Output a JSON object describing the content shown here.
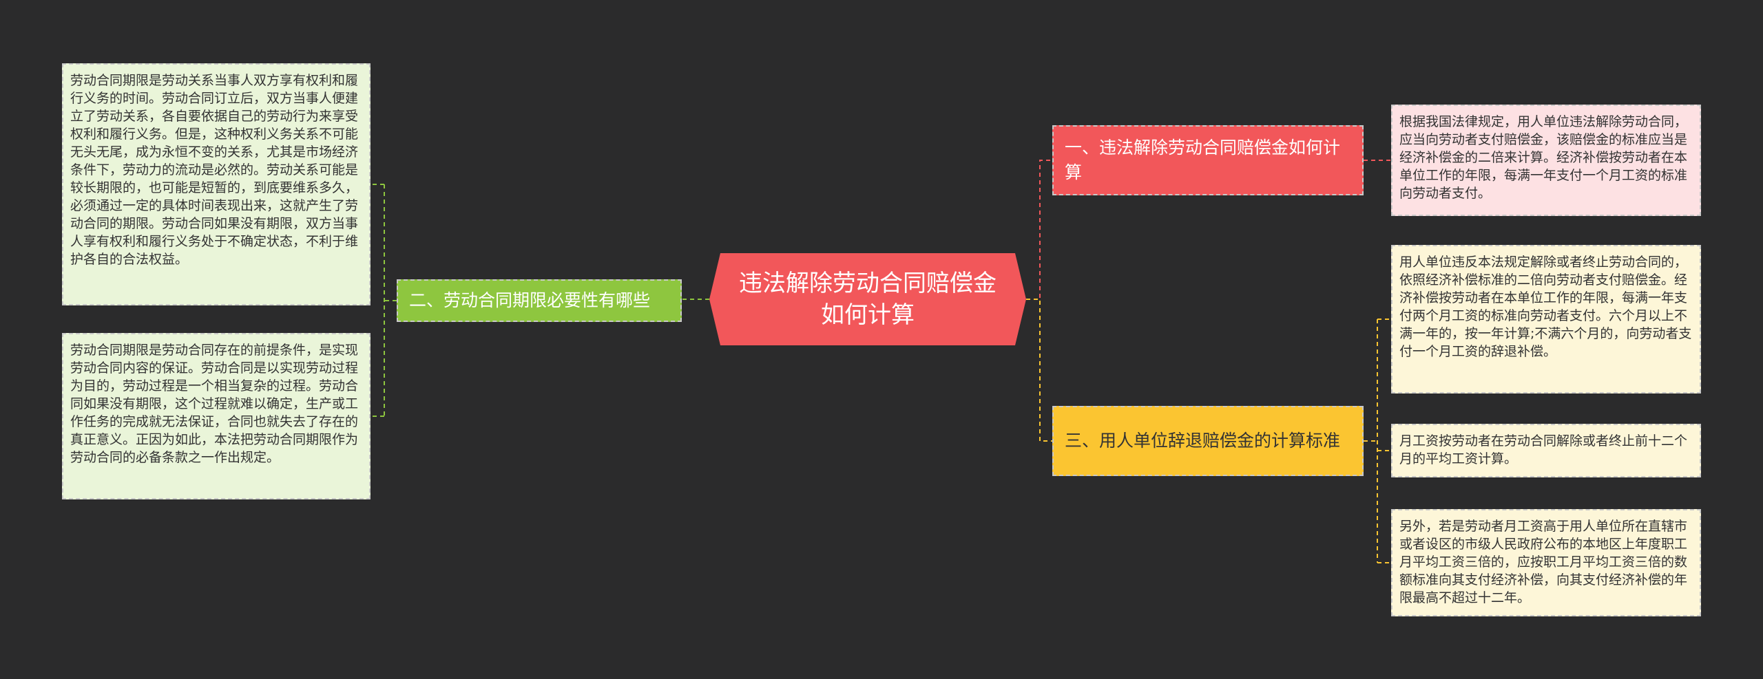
{
  "central": {
    "label": "违法解除劳动合同赔偿金如何计算"
  },
  "branches": {
    "b1": {
      "label": "一、违法解除劳动合同赔偿金如何计算",
      "color": "#f2575a",
      "leaves": [
        "根据我国法律规定，用人单位违法解除劳动合同，应当向劳动者支付赔偿金，该赔偿金的标准应当是经济补偿金的二倍来计算。经济补偿按劳动者在本单位工作的年限，每满一年支付一个月工资的标准向劳动者支付。"
      ]
    },
    "b2": {
      "label": "二、劳动合同期限必要性有哪些",
      "color": "#8ec63f",
      "leaves": [
        "劳动合同期限是劳动关系当事人双方享有权利和履行义务的时间。劳动合同订立后，双方当事人便建立了劳动关系，各自要依据自己的劳动行为来享受权利和履行义务。但是，这种权利义务关系不可能无头无尾，成为永恒不变的关系，尤其是市场经济条件下，劳动力的流动是必然的。劳动关系可能是较长期限的，也可能是短暂的，到底要维系多久，必须通过一定的具体时间表现出来，这就产生了劳动合同的期限。劳动合同如果没有期限，双方当事人享有权利和履行义务处于不确定状态，不利于维护各自的合法权益。",
        "劳动合同期限是劳动合同存在的前提条件，是实现劳动合同内容的保证。劳动合同是以实现劳动过程为目的，劳动过程是一个相当复杂的过程。劳动合同如果没有期限，这个过程就难以确定，生产或工作任务的完成就无法保证，合同也就失去了存在的真正意义。正因为如此，本法把劳动合同期限作为劳动合同的必备条款之一作出规定。"
      ]
    },
    "b3": {
      "label": "三、用人单位辞退赔偿金的计算标准",
      "color": "#fbc531",
      "leaves": [
        "用人单位违反本法规定解除或者终止劳动合同的，依照经济补偿标准的二倍向劳动者支付赔偿金。经济补偿按劳动者在本单位工作的年限，每满一年支付两个月工资的标准向劳动者支付。六个月以上不满一年的，按一年计算;不满六个月的，向劳动者支付一个月工资的辞退补偿。",
        "月工资按劳动者在劳动合同解除或者终止前十二个月的平均工资计算。",
        "另外，若是劳动者月工资高于用人单位所在直辖市或者设区的市级人民政府公布的本地区上年度职工月平均工资三倍的，应按职工月平均工资三倍的数额标准向其支付经济补偿，向其支付经济补偿的年限最高不超过十二年。"
      ]
    }
  }
}
